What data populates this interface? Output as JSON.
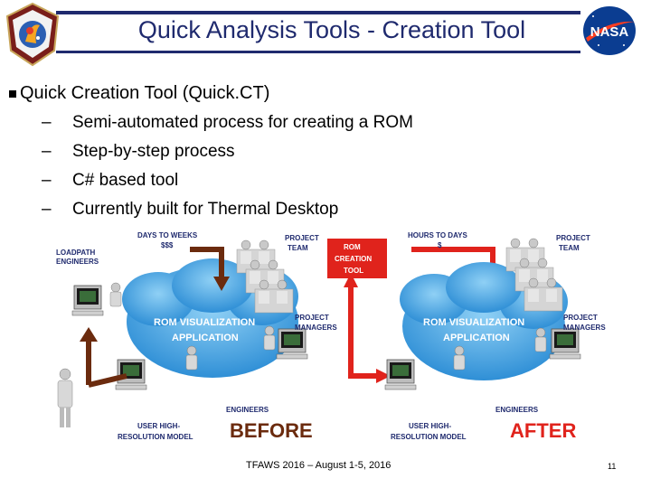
{
  "slide": {
    "title": "Quick Analysis Tools - Creation Tool",
    "bullet": "Quick Creation Tool (Quick.CT)",
    "sub_bullets": [
      "Semi-automated process for creating a ROM",
      "Step-by-step process",
      "C# based tool",
      "Currently built for Thermal Desktop"
    ],
    "dash": "–",
    "footer": "TFAWS 2016 – August 1-5, 2016",
    "page_number": "11"
  },
  "logos": {
    "left_badge_icon": "tfaws-mission-patch-icon",
    "right_badge_icon": "nasa-meatball-icon",
    "nasa_text": "NASA"
  },
  "diagram": {
    "before": {
      "timing_line1": "DAYS TO WEEKS",
      "timing_line2": "$$$",
      "loadpath_line1": "LOADPATH",
      "loadpath_line2": "ENGINEERS",
      "project_line1": "PROJECT",
      "project_line2": "TEAM",
      "cloud_line1": "ROM VISUALIZATION",
      "cloud_line2": "APPLICATION",
      "managers_line1": "PROJECT",
      "managers_line2": "MANAGERS",
      "engineers": "ENGINEERS",
      "model_line1": "USER HIGH-",
      "model_line2": "RESOLUTION MODEL",
      "label": "BEFORE"
    },
    "tool": {
      "line1": "ROM",
      "line2": "CREATION",
      "line3": "TOOL"
    },
    "after": {
      "timing_line1": "HOURS TO DAYS",
      "timing_line2": "$",
      "project_line1": "PROJECT",
      "project_line2": "TEAM",
      "cloud_line1": "ROM VISUALIZATION",
      "cloud_line2": "APPLICATION",
      "managers_line1": "PROJECT",
      "managers_line2": "MANAGERS",
      "engineers": "ENGINEERS",
      "model_line1": "USER HIGH-",
      "model_line2": "RESOLUTION MODEL",
      "label": "AFTER"
    },
    "colors": {
      "title_blue": "#1f2a6e",
      "arrow_red": "#e0231c",
      "arrow_brown": "#6b2b0e",
      "cloud_blue": "#3d9ee0",
      "label_navy": "#1f2a6e",
      "after_red": "#e0231c"
    }
  }
}
